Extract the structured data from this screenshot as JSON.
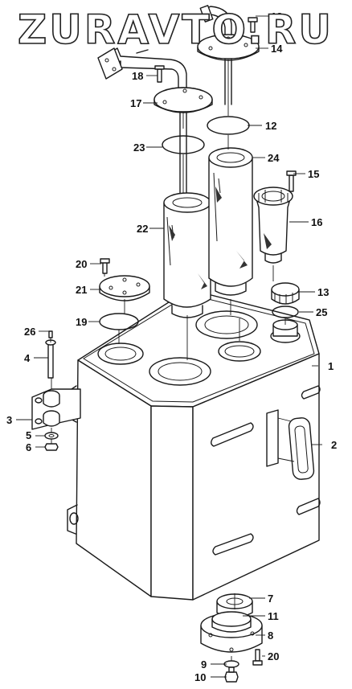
{
  "watermark": "ZURAVTO.RU",
  "callouts": [
    {
      "id": "c1",
      "label": "1"
    },
    {
      "id": "c2",
      "label": "2"
    },
    {
      "id": "c3",
      "label": "3"
    },
    {
      "id": "c4",
      "label": "4"
    },
    {
      "id": "c5",
      "label": "5"
    },
    {
      "id": "c6",
      "label": "6"
    },
    {
      "id": "c7",
      "label": "7"
    },
    {
      "id": "c8",
      "label": "8"
    },
    {
      "id": "c9",
      "label": "9"
    },
    {
      "id": "c10",
      "label": "10"
    },
    {
      "id": "c11",
      "label": "11"
    },
    {
      "id": "c12",
      "label": "12"
    },
    {
      "id": "c13",
      "label": "13"
    },
    {
      "id": "c14",
      "label": "14"
    },
    {
      "id": "c15",
      "label": "15"
    },
    {
      "id": "c16",
      "label": "16"
    },
    {
      "id": "c17",
      "label": "17"
    },
    {
      "id": "c18a",
      "label": "18"
    },
    {
      "id": "c18b",
      "label": "18"
    },
    {
      "id": "c19",
      "label": "19"
    },
    {
      "id": "c20a",
      "label": "20"
    },
    {
      "id": "c20b",
      "label": "20"
    },
    {
      "id": "c21",
      "label": "21"
    },
    {
      "id": "c22",
      "label": "22"
    },
    {
      "id": "c23",
      "label": "23"
    },
    {
      "id": "c24",
      "label": "24"
    },
    {
      "id": "c25",
      "label": "25"
    },
    {
      "id": "c26",
      "label": "26"
    }
  ]
}
